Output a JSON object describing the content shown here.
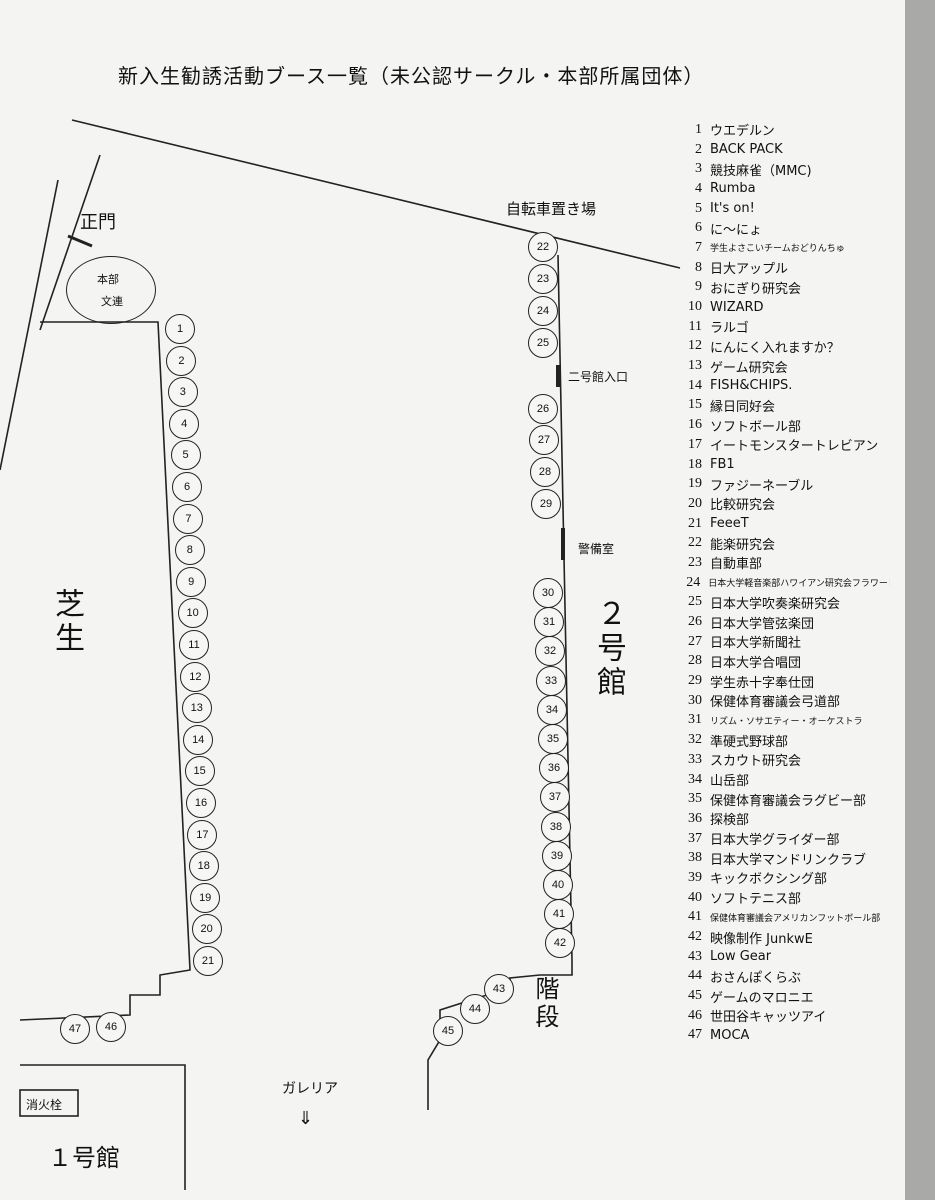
{
  "title": "新入生勧誘活動ブース一覧（未公認サークル・本部所属団体）",
  "labels": {
    "main_gate": "正門",
    "honbu": "本部",
    "bunren": "文連",
    "bicycle": "自転車置き場",
    "bldg2_entrance": "二号館入口",
    "guard_room": "警備室",
    "bldg2": "２号館",
    "lawn": "芝生",
    "stairs": "階段",
    "galleria": "ガレリア",
    "arrow": "⇓",
    "hydrant": "消火栓",
    "bldg1": "１号館"
  },
  "booths": [
    {
      "n": "1",
      "name": "ウエデルン"
    },
    {
      "n": "2",
      "name": "BACK PACK"
    },
    {
      "n": "3",
      "name": "競技麻雀（MMC)"
    },
    {
      "n": "4",
      "name": "Rumba"
    },
    {
      "n": "5",
      "name": "It's on!"
    },
    {
      "n": "6",
      "name": "に〜にょ"
    },
    {
      "n": "7",
      "name": "学生よさこいチームおどりんちゅ"
    },
    {
      "n": "8",
      "name": "日大アップル"
    },
    {
      "n": "9",
      "name": "おにぎり研究会"
    },
    {
      "n": "10",
      "name": "WIZARD"
    },
    {
      "n": "11",
      "name": "ラルゴ"
    },
    {
      "n": "12",
      "name": "にんにく入れますか？"
    },
    {
      "n": "13",
      "name": "ゲーム研究会"
    },
    {
      "n": "14",
      "name": "FISH&CHIPS."
    },
    {
      "n": "15",
      "name": "縁日同好会"
    },
    {
      "n": "16",
      "name": "ソフトボール部"
    },
    {
      "n": "17",
      "name": "イートモンスタートレビアン"
    },
    {
      "n": "18",
      "name": "FB1"
    },
    {
      "n": "19",
      "name": "ファジーネーブル"
    },
    {
      "n": "20",
      "name": "比較研究会"
    },
    {
      "n": "21",
      "name": "FeeeT"
    },
    {
      "n": "22",
      "name": "能楽研究会"
    },
    {
      "n": "23",
      "name": "自動車部"
    },
    {
      "n": "24",
      "name": "日本大学軽音楽部ハワイアン研究会フラワーレイ"
    },
    {
      "n": "25",
      "name": "日本大学吹奏楽研究会"
    },
    {
      "n": "26",
      "name": "日本大学管弦楽団"
    },
    {
      "n": "27",
      "name": "日本大学新聞社"
    },
    {
      "n": "28",
      "name": "日本大学合唱団"
    },
    {
      "n": "29",
      "name": "学生赤十字奉仕団"
    },
    {
      "n": "30",
      "name": "保健体育審議会弓道部"
    },
    {
      "n": "31",
      "name": "リズム・ソサエティー・オーケストラ"
    },
    {
      "n": "32",
      "name": "準硬式野球部"
    },
    {
      "n": "33",
      "name": "スカウト研究会"
    },
    {
      "n": "34",
      "name": "山岳部"
    },
    {
      "n": "35",
      "name": "保健体育審議会ラグビー部"
    },
    {
      "n": "36",
      "name": "探検部"
    },
    {
      "n": "37",
      "name": "日本大学グライダー部"
    },
    {
      "n": "38",
      "name": "日本大学マンドリンクラブ"
    },
    {
      "n": "39",
      "name": "キックボクシング部"
    },
    {
      "n": "40",
      "name": "ソフトテニス部"
    },
    {
      "n": "41",
      "name": "保健体育審議会アメリカンフットボール部"
    },
    {
      "n": "42",
      "name": "映像制作 JunkwE"
    },
    {
      "n": "43",
      "name": "Low Gear"
    },
    {
      "n": "44",
      "name": "おさんぽくらぶ"
    },
    {
      "n": "45",
      "name": "ゲームのマロニエ"
    },
    {
      "n": "46",
      "name": "世田谷キャッツアイ"
    },
    {
      "n": "47",
      "name": "MOCA"
    }
  ]
}
